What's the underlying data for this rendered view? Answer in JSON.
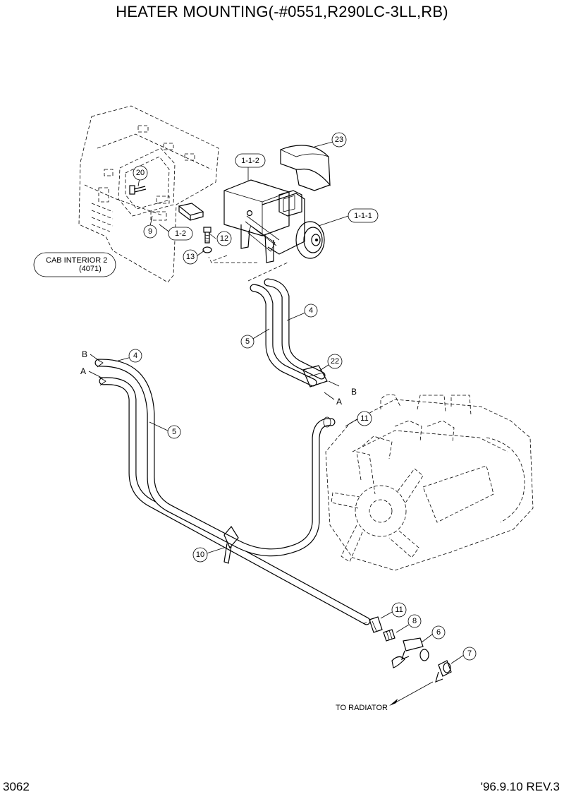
{
  "title": "HEATER MOUNTING(-#0551,R290LC-3LL,RB)",
  "page_number": "3062",
  "revision": "'96.9.10 REV.3",
  "reference_box": {
    "line1": "CAB INTERIOR 2",
    "line2": "(4071)"
  },
  "callouts": {
    "c23": "23",
    "c112": "1-1-2",
    "c111": "1-1-1",
    "c20": "20",
    "c12a": "1-2",
    "c9": "9",
    "c12": "12",
    "c13": "13",
    "c4a": "4",
    "c5a": "5",
    "c22": "22",
    "c4b": "4",
    "c5b": "5",
    "c11a": "11",
    "c10": "10",
    "c11b": "11",
    "c8": "8",
    "c6": "6",
    "c7": "7"
  },
  "pipe_labels": {
    "b_top": "B",
    "a_top": "A",
    "b_mid": "B",
    "a_mid": "A"
  },
  "to_radiator": "TO RADIATOR"
}
